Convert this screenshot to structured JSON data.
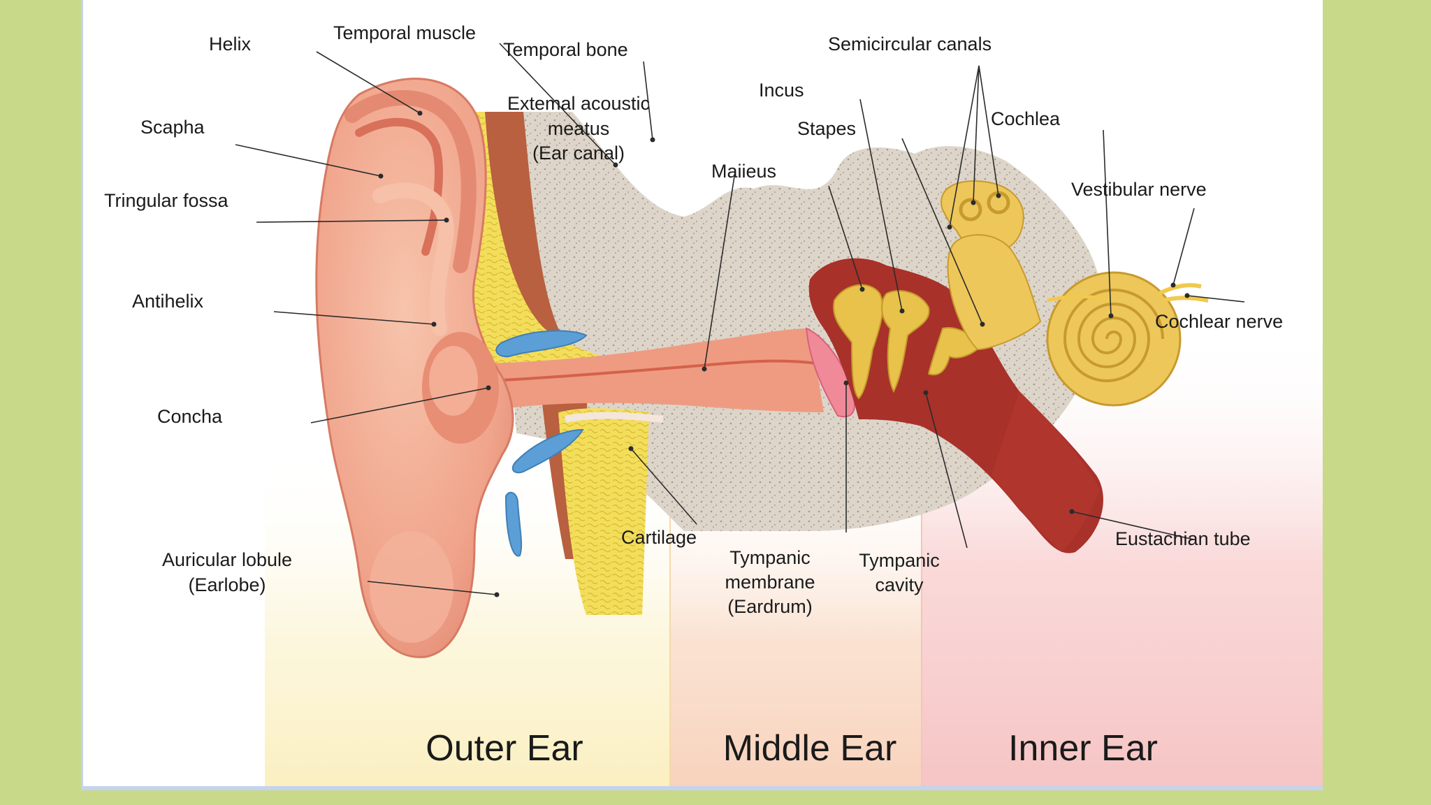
{
  "diagram": {
    "title": "",
    "labels": {
      "helix": "Helix",
      "temporal_muscle": "Temporal muscle",
      "temporal_bone": "Temporal bone",
      "external_acoustic_meatus": [
        "Extemal acoustic",
        "meatus",
        "(Ear canal)"
      ],
      "incus": "Incus",
      "semicircular_canals": "Semicircular canals",
      "cochlea": "Cochlea",
      "scapha": "Scapha",
      "stapes": "Stapes",
      "malleus": "Maiieus",
      "vestibular_nerve": "Vestibular nerve",
      "triangular_fossa": "Tringular fossa",
      "antihelix": "Antihelix",
      "cochlear_nerve": "Cochlear nerve",
      "concha": "Concha",
      "cartilage": "Cartilage",
      "eustachian_tube": "Eustachian tube",
      "auricular_lobule": [
        "Auricular lobule",
        "(Earlobe)"
      ],
      "tympanic_membrane": [
        "Tympanic",
        "membrane",
        "(Eardrum)"
      ],
      "tympanic_cavity": [
        "Tympanic",
        "cavity"
      ]
    },
    "regions": {
      "outer": "Outer Ear",
      "middle": "Middle Ear",
      "inner": "Inner Ear"
    },
    "colors": {
      "background": "#c9d98a",
      "skin": "#f0a98f",
      "skin_dark": "#d9725c",
      "fat_yellow": "#f2dc56",
      "bone": "#d9d0c3",
      "muscle": "#b85a3e",
      "cavity": "#a8312a",
      "ossicle": "#e8c24a",
      "cartilage_blue": "#5b9fd6",
      "outer_tint": "#fbf3cf",
      "middle_tint": "#f9dcc8",
      "inner_tint": "#f9d3d3"
    }
  }
}
